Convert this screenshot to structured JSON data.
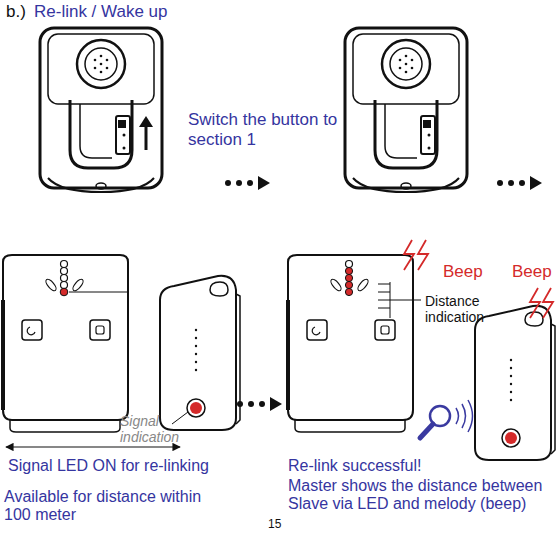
{
  "diagram": {
    "title": "Re-link / Wake up",
    "labels": [
      "b.)",
      "Switch the button to section 1",
      "Signal indication",
      "Signal LED ON for re-linking",
      "Available for distance within 100 meter",
      "Beep",
      "Beep",
      "Distance indication",
      "Re-link successful!",
      "Master shows the distance between Slave via LED and melody (beep)",
      "15"
    ]
  }
}
